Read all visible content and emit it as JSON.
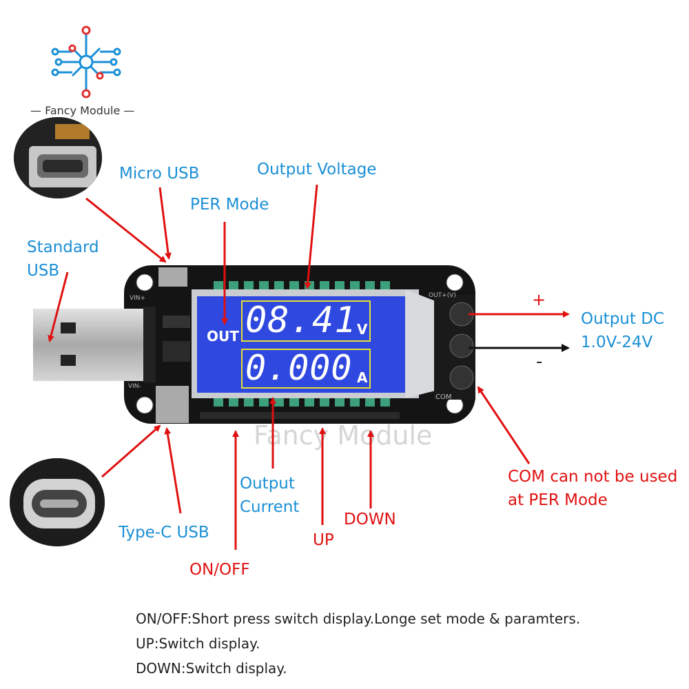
{
  "brand": {
    "name": "Fancy Module"
  },
  "watermark": "Fancy Module",
  "labels": {
    "micro_usb": "Micro USB",
    "output_voltage": "Output Voltage",
    "per_mode": "PER Mode",
    "standard_usb_line1": "Standard",
    "standard_usb_line2": "USB",
    "output_dc_line1": "Output DC",
    "output_dc_line2": "1.0V-24V",
    "plus": "+",
    "minus": "-",
    "output_current_line1": "Output",
    "output_current_line2": "Current",
    "type_c_usb": "Type-C USB",
    "on_off": "ON/OFF",
    "up": "UP",
    "down": "DOWN",
    "com_line1": "COM can not be used",
    "com_line2": "at PER Mode"
  },
  "lcd": {
    "mode_label": "OUT",
    "voltage": "08.41",
    "voltage_unit": "V",
    "current": "0.000",
    "current_unit": "A"
  },
  "board": {
    "vin_plus": "VIN+",
    "vin_minus": "VIN-",
    "out_plus": "OUT+(V)",
    "com": "COM"
  },
  "description": [
    "ON/OFF:Short press switch display.Longe set mode & paramters.",
    "UP:Switch display.",
    "DOWN:Switch display."
  ],
  "colors": {
    "label_blue": "#1a8fd6",
    "label_red": "#e01010",
    "lcd_blue": "#2f48e0",
    "lcd_digit": "#ffffff",
    "lcd_frame": "#e8e030",
    "pcb": "#141414"
  }
}
